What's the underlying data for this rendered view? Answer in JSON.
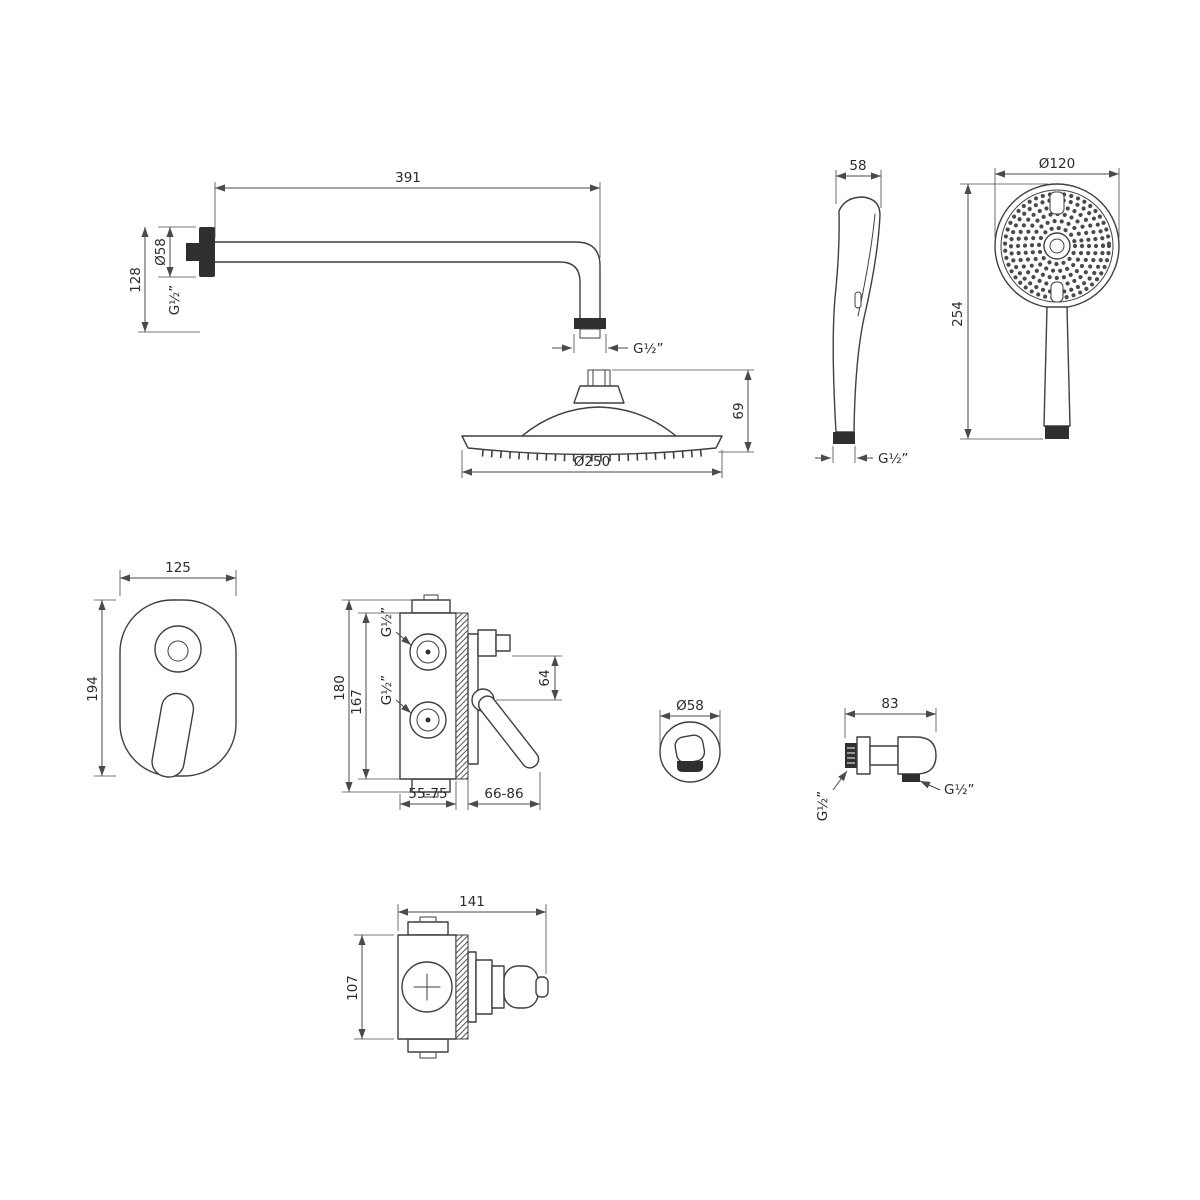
{
  "colors": {
    "line": "#3f3f3f",
    "dimension": "#4a4a4a",
    "text": "#2b2b2b",
    "background": "#ffffff"
  },
  "drawing": {
    "shower_arm": {
      "length": "391",
      "flange_diameter": "Ø58",
      "drop_height": "128",
      "wall_thread": "G½”",
      "outlet_thread": "G½”"
    },
    "head_shower": {
      "height": "69",
      "diameter": "Ø250"
    },
    "hand_shower_side": {
      "depth": "58",
      "inlet_thread": "G½”"
    },
    "hand_shower_front": {
      "head_diameter": "Ø120",
      "length": "254"
    },
    "trim_plate": {
      "width": "125",
      "height": "194"
    },
    "mixer_valve": {
      "overall_height": "180",
      "body_height": "167",
      "top_port_thread": "G½”",
      "bottom_port_thread": "G½”",
      "spout_offset": "64",
      "depth_range_inner": "55-75",
      "depth_range_outer": "66-86"
    },
    "escutcheon": {
      "diameter": "Ø58"
    },
    "wall_elbow": {
      "length": "83",
      "wall_thread": "G½”",
      "outlet_thread": "G½”"
    },
    "valve_body": {
      "width": "141",
      "height": "107"
    }
  }
}
